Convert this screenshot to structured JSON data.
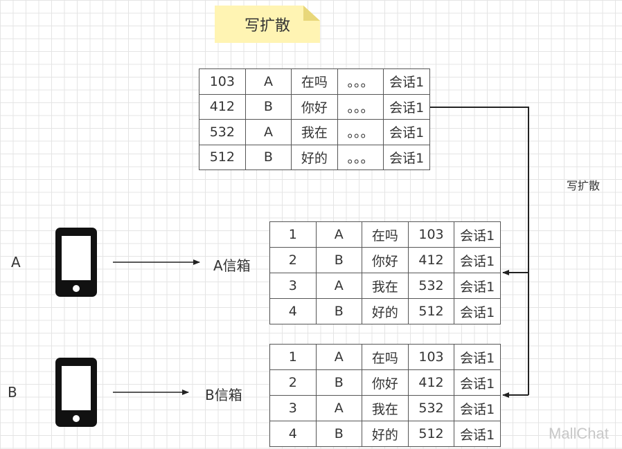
{
  "title_note": "写扩散",
  "side_label": "写扩散",
  "watermark": "MallChat",
  "users": {
    "a": {
      "label": "A",
      "inbox": "A信箱"
    },
    "b": {
      "label": "B",
      "inbox": "B信箱"
    }
  },
  "messages_table": {
    "rows": [
      [
        "103",
        "A",
        "在吗",
        "。。。",
        "会话1"
      ],
      [
        "412",
        "B",
        "你好",
        "。。。",
        "会话1"
      ],
      [
        "532",
        "A",
        "我在",
        "。。。",
        "会话1"
      ],
      [
        "512",
        "B",
        "好的",
        "。。。",
        "会话1"
      ]
    ]
  },
  "inbox_a_table": {
    "rows": [
      [
        "1",
        "A",
        "在吗",
        "103",
        "会话1"
      ],
      [
        "2",
        "B",
        "你好",
        "412",
        "会话1"
      ],
      [
        "3",
        "A",
        "我在",
        "532",
        "会话1"
      ],
      [
        "4",
        "B",
        "好的",
        "512",
        "会话1"
      ]
    ]
  },
  "inbox_b_table": {
    "rows": [
      [
        "1",
        "A",
        "在吗",
        "103",
        "会话1"
      ],
      [
        "2",
        "B",
        "你好",
        "412",
        "会话1"
      ],
      [
        "3",
        "A",
        "我在",
        "532",
        "会话1"
      ],
      [
        "4",
        "B",
        "好的",
        "512",
        "会话1"
      ]
    ]
  }
}
